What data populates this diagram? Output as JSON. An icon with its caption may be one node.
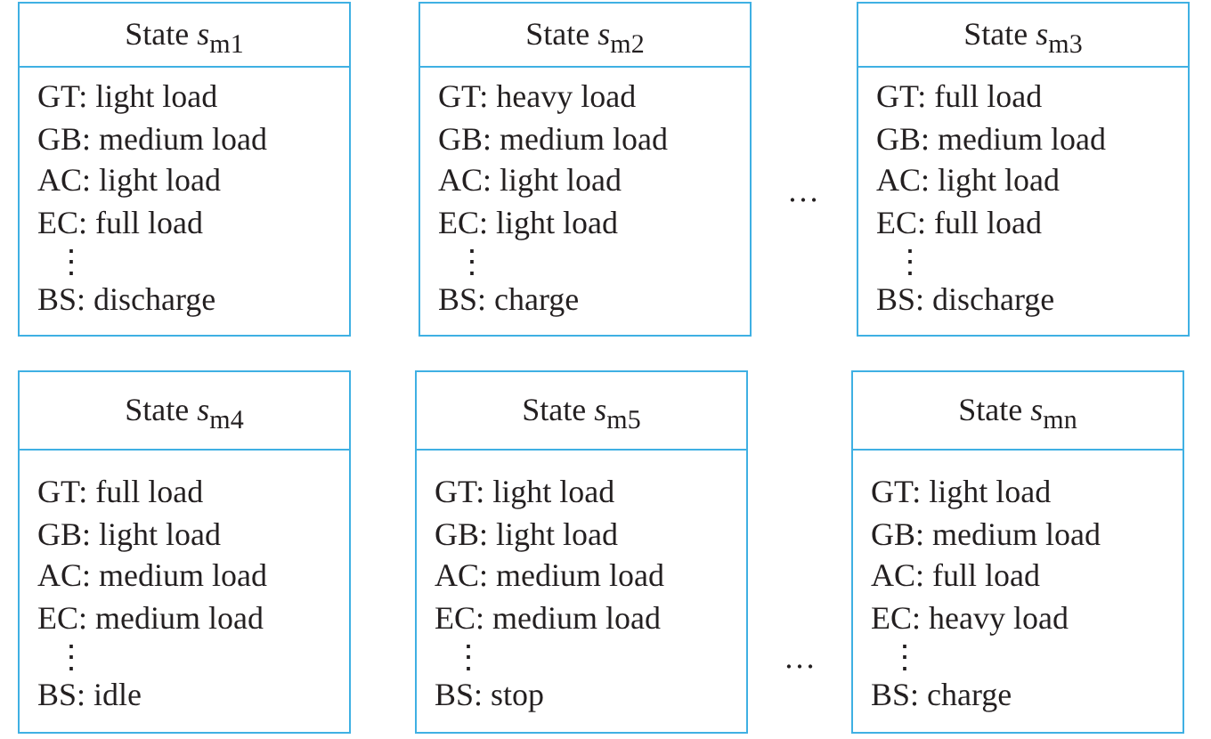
{
  "diagram": {
    "nodes": [
      {
        "text": [
          "State *s*$_{m1}$",
          "GT: light load",
          "GB: medium load",
          "AC: light load",
          "EC: full load",
          "⋮",
          "BS: discharge"
        ]
      },
      {
        "text": [
          "State *s*$_{m2}$",
          "GT: heavy load",
          "GB: medium load",
          "AC: light load",
          "EC: light load",
          "⋮",
          "BS: charge"
        ]
      },
      {
        "text": [
          "State *s*$_{m3}$",
          "GT: full load",
          "GB: medium load",
          "AC: light load",
          "EC: full load",
          "⋮",
          "BS: discharge"
        ]
      },
      {
        "text": [
          "State *s*$_{m4}$",
          "GT: full load",
          "GB: light load",
          "AC: medium load",
          "EC: medium load",
          "⋮",
          "BS: idle"
        ]
      },
      {
        "text": [
          "State *s*$_{m5}$",
          "GT: light load",
          "GB: light load",
          "AC: medium load",
          "EC: medium load",
          "⋮",
          "BS: stop"
        ]
      },
      {
        "text": [
          "State *s*$_{mn}$",
          "GT: light load",
          "GB: medium load",
          "AC: full load",
          "EC: heavy load",
          "⋮",
          "BS: charge"
        ]
      }
    ],
    "labels": [
      "…",
      "…"
    ]
  }
}
